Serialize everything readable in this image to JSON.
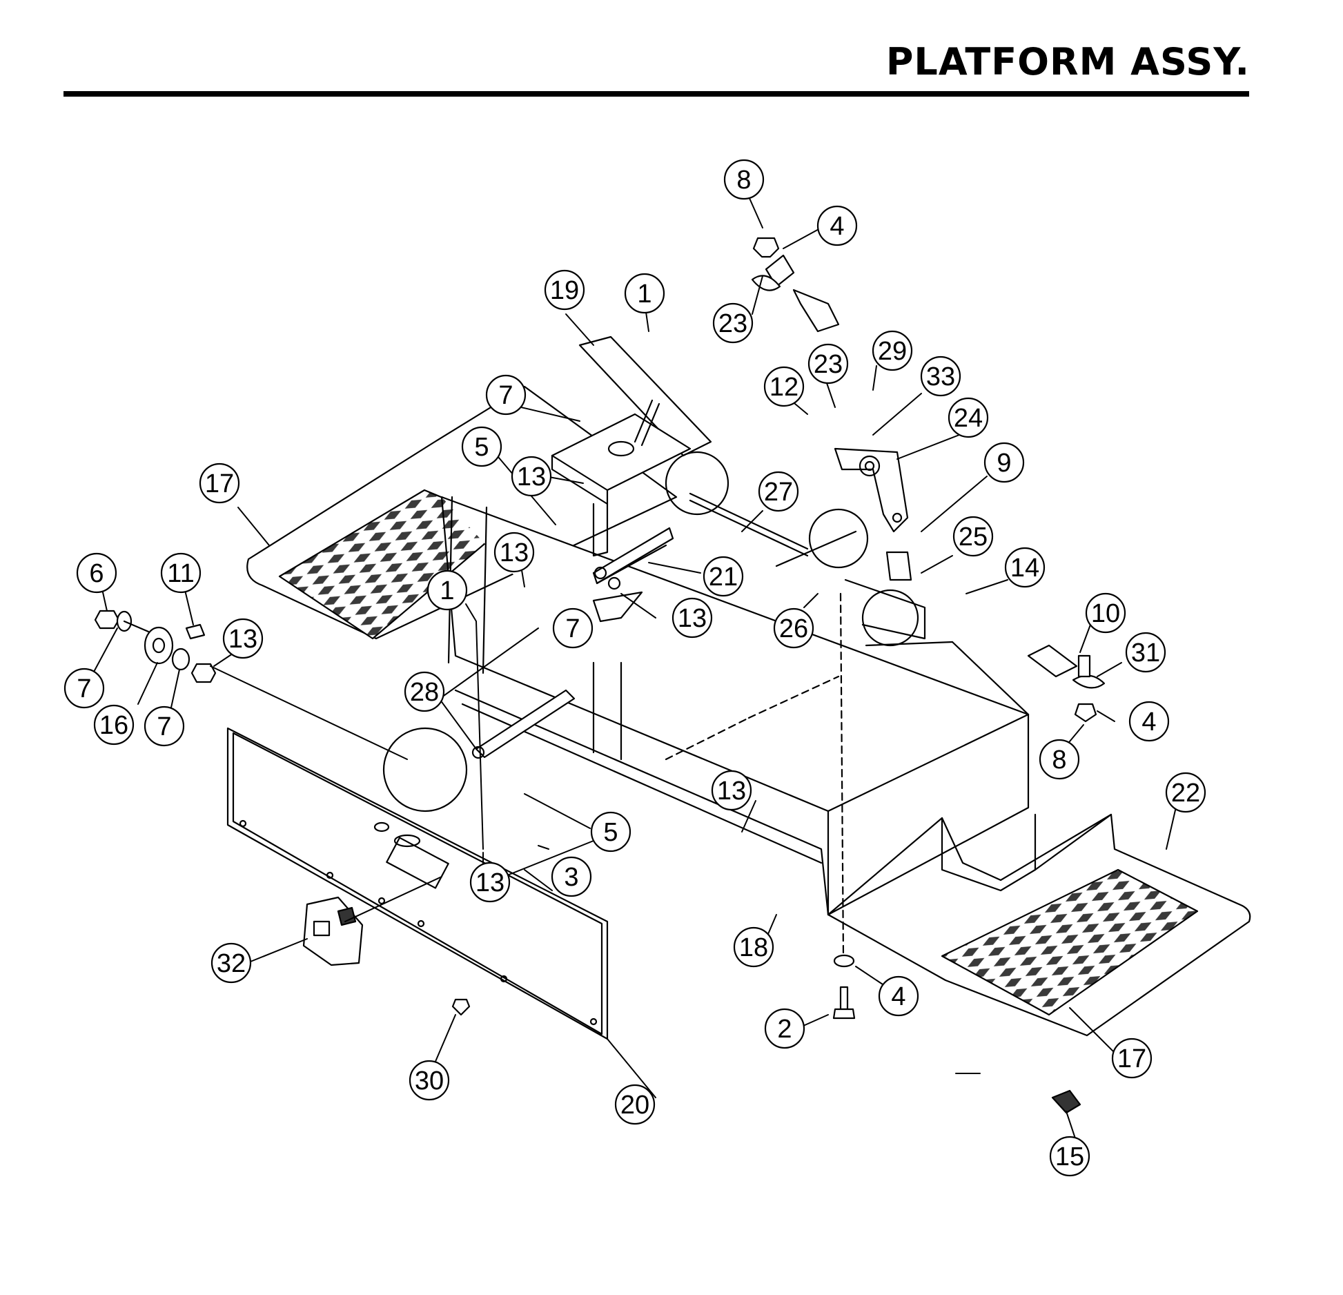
{
  "header": {
    "title": "PLATFORM ASSY."
  },
  "colors": {
    "ink": "#000000",
    "paper": "#ffffff",
    "tread": "#3a3a3a"
  },
  "callouts": [
    {
      "id": "c8a",
      "label": "8"
    },
    {
      "id": "c4a",
      "label": "4"
    },
    {
      "id": "c23a",
      "label": "23"
    },
    {
      "id": "c19",
      "label": "19"
    },
    {
      "id": "c1a",
      "label": "1"
    },
    {
      "id": "c12",
      "label": "12"
    },
    {
      "id": "c23b",
      "label": "23"
    },
    {
      "id": "c29",
      "label": "29"
    },
    {
      "id": "c33",
      "label": "33"
    },
    {
      "id": "c24",
      "label": "24"
    },
    {
      "id": "c7a",
      "label": "7"
    },
    {
      "id": "c5a",
      "label": "5"
    },
    {
      "id": "c17a",
      "label": "17"
    },
    {
      "id": "c13a",
      "label": "13"
    },
    {
      "id": "c27",
      "label": "27"
    },
    {
      "id": "c9",
      "label": "9"
    },
    {
      "id": "c13b",
      "label": "13"
    },
    {
      "id": "c21",
      "label": "21"
    },
    {
      "id": "c25",
      "label": "25"
    },
    {
      "id": "c6",
      "label": "6"
    },
    {
      "id": "c11",
      "label": "11"
    },
    {
      "id": "c1b",
      "label": "1"
    },
    {
      "id": "c14",
      "label": "14"
    },
    {
      "id": "c13c",
      "label": "13"
    },
    {
      "id": "c7b",
      "label": "7"
    },
    {
      "id": "c26",
      "label": "26"
    },
    {
      "id": "c13d",
      "label": "13"
    },
    {
      "id": "c10",
      "label": "10"
    },
    {
      "id": "c31",
      "label": "31"
    },
    {
      "id": "c7c",
      "label": "7"
    },
    {
      "id": "c28",
      "label": "28"
    },
    {
      "id": "c16",
      "label": "16"
    },
    {
      "id": "c7d",
      "label": "7"
    },
    {
      "id": "c4b",
      "label": "4"
    },
    {
      "id": "c8b",
      "label": "8"
    },
    {
      "id": "c13e",
      "label": "13"
    },
    {
      "id": "c22",
      "label": "22"
    },
    {
      "id": "c5b",
      "label": "5"
    },
    {
      "id": "c3",
      "label": "3"
    },
    {
      "id": "c13f",
      "label": "13"
    },
    {
      "id": "c18",
      "label": "18"
    },
    {
      "id": "c32",
      "label": "32"
    },
    {
      "id": "c4c",
      "label": "4"
    },
    {
      "id": "c2",
      "label": "2"
    },
    {
      "id": "c17b",
      "label": "17"
    },
    {
      "id": "c30",
      "label": "30"
    },
    {
      "id": "c20",
      "label": "20"
    },
    {
      "id": "c15",
      "label": "15"
    }
  ]
}
